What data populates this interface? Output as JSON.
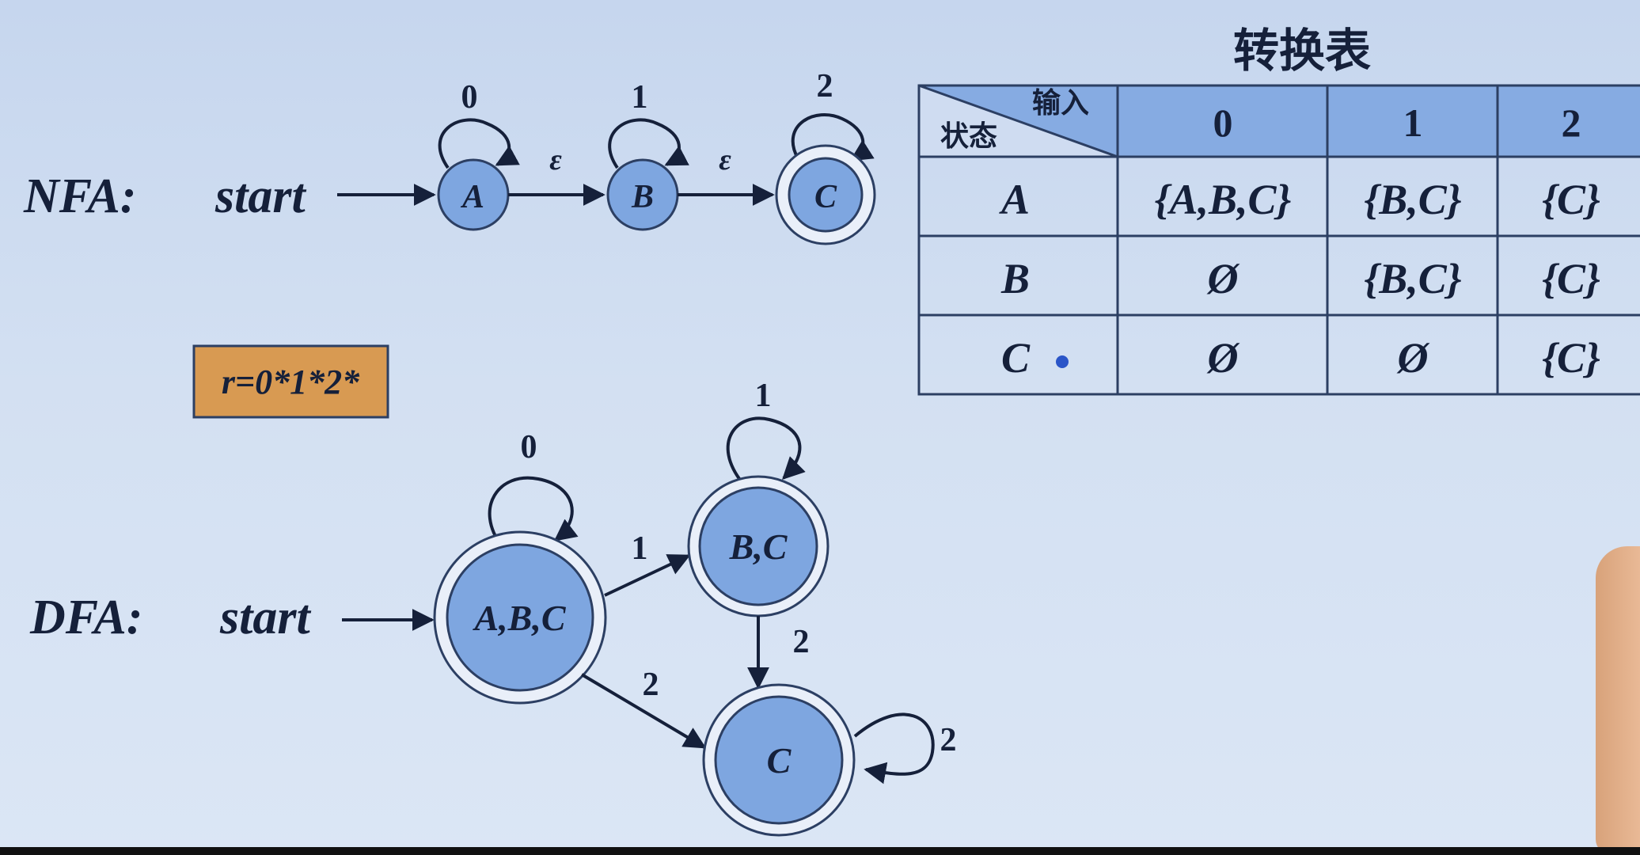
{
  "table": {
    "title": "转换表",
    "corner_top": "输入",
    "corner_bottom": "状态",
    "columns": [
      "0",
      "1",
      "2"
    ],
    "rows": [
      {
        "state": "A",
        "cells": [
          "{A,B,C}",
          "{B,C}",
          "{C}"
        ]
      },
      {
        "state": "B",
        "cells": [
          "Ø",
          "{B,C}",
          "{C}"
        ]
      },
      {
        "state": "C",
        "cells": [
          "Ø",
          "Ø",
          "{C}"
        ]
      }
    ]
  },
  "nfa": {
    "title": "NFA:",
    "start": "start",
    "states": [
      "A",
      "B",
      "C"
    ],
    "loop_labels": [
      "0",
      "1",
      "2"
    ],
    "epsilon_labels": [
      "ε",
      "ε"
    ]
  },
  "regex": "r=0*1*2*",
  "dfa": {
    "title": "DFA:",
    "start": "start",
    "states": [
      "A,B,C",
      "B,C",
      "C"
    ],
    "edge_labels": {
      "abc_loop": "0",
      "abc_to_bc": "1",
      "abc_to_c": "2",
      "bc_loop": "1",
      "bc_to_c": "2",
      "c_loop": "2"
    }
  },
  "colors": {
    "node_fill": "#7ea6e0",
    "header_fill": "#86abe2",
    "regex_box": "#d89a52"
  }
}
